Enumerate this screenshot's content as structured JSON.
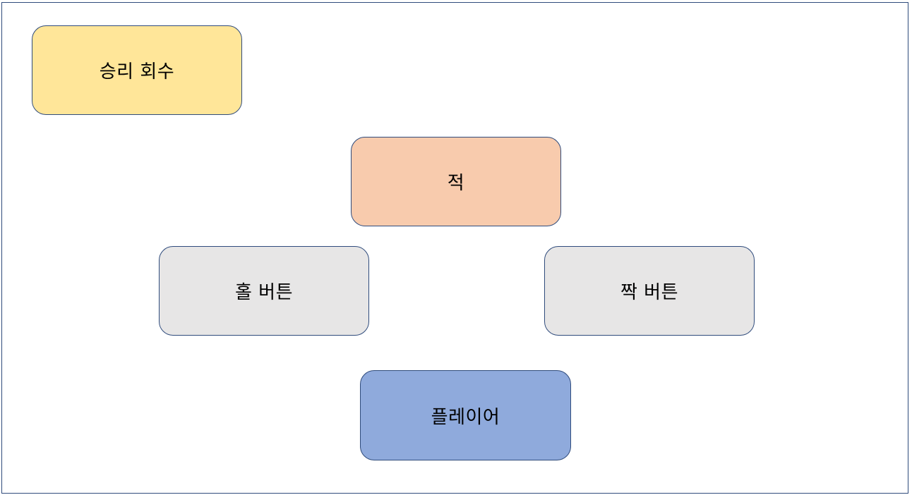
{
  "boxes": {
    "wins": {
      "label": "승리 회수",
      "fill": "#ffe699"
    },
    "enemy": {
      "label": "적",
      "fill": "#f8cbad"
    },
    "odd": {
      "label": "홀 버튼",
      "fill": "#e7e6e6"
    },
    "even": {
      "label": "짝 버튼",
      "fill": "#e7e6e6"
    },
    "player": {
      "label": "플레이어",
      "fill": "#8faadc"
    }
  },
  "colors": {
    "border": "#2f4b7c",
    "background": "#ffffff"
  }
}
